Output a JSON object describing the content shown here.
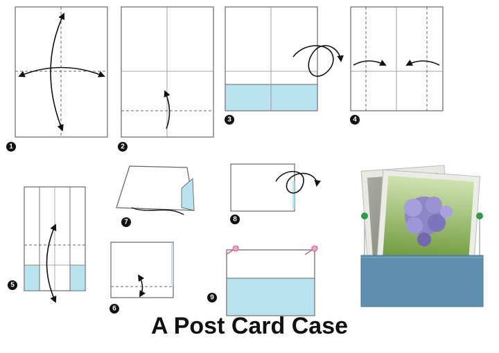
{
  "title": "A Post Card Case",
  "colors": {
    "paper": "#ffffff",
    "line": "#555555",
    "blue": "#b9e3ee",
    "pocket": "#5e8fae",
    "pin_pink": "#f2a3c8",
    "pin_green": "#2f9a4a"
  },
  "steps": [
    {
      "number": "1",
      "badge": "➊"
    },
    {
      "number": "2",
      "badge": "➋"
    },
    {
      "number": "3",
      "badge": "➌"
    },
    {
      "number": "4",
      "badge": "➍"
    },
    {
      "number": "5",
      "badge": "➎"
    },
    {
      "number": "6",
      "badge": "➏"
    },
    {
      "number": "7",
      "badge": "➐"
    },
    {
      "number": "8",
      "badge": "➑"
    },
    {
      "number": "9",
      "badge": "➒"
    }
  ],
  "photo": {
    "subject": "postcards in blue paper case",
    "icon": "hydrangea-photo"
  }
}
